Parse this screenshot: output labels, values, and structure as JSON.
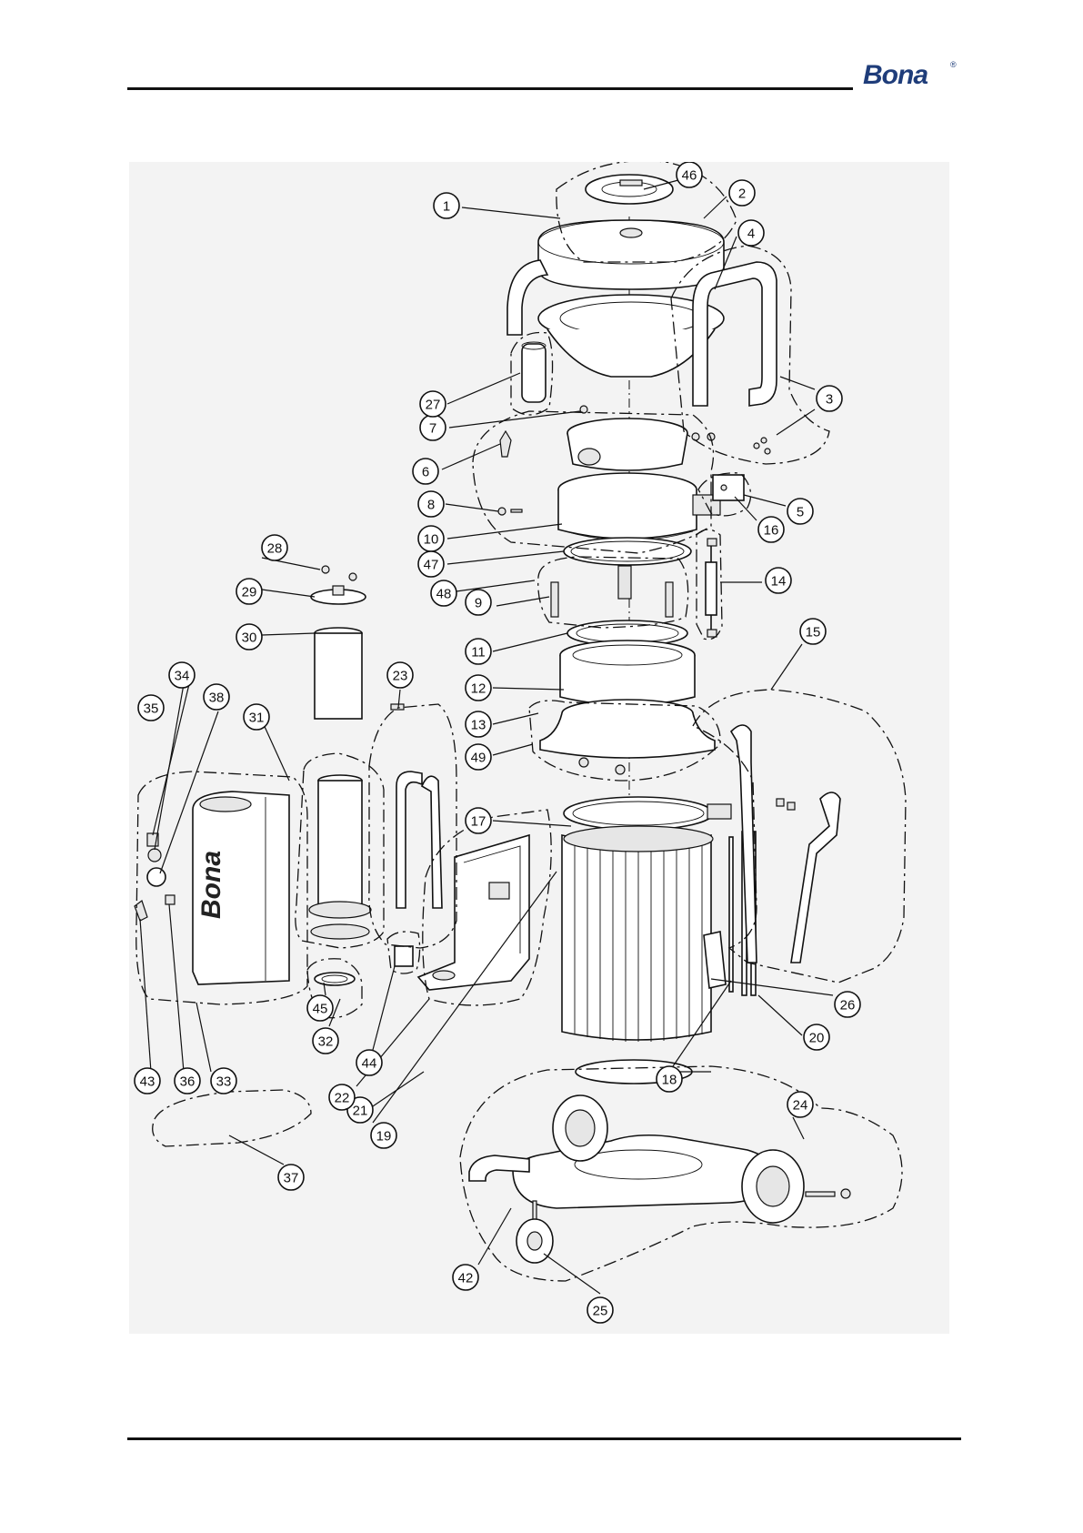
{
  "header": {
    "logo_text": "Bona",
    "logo_mark": "®"
  },
  "drawing": {
    "side_brand": "Bona"
  },
  "callouts": [
    "1",
    "2",
    "3",
    "4",
    "5",
    "6",
    "7",
    "8",
    "9",
    "10",
    "11",
    "12",
    "13",
    "14",
    "15",
    "16",
    "17",
    "18",
    "19",
    "20",
    "21",
    "22",
    "23",
    "24",
    "25",
    "26",
    "27",
    "28",
    "29",
    "30",
    "31",
    "32",
    "33",
    "34",
    "35",
    "36",
    "37",
    "38",
    "42",
    "43",
    "44",
    "45",
    "46",
    "47",
    "48",
    "49"
  ]
}
